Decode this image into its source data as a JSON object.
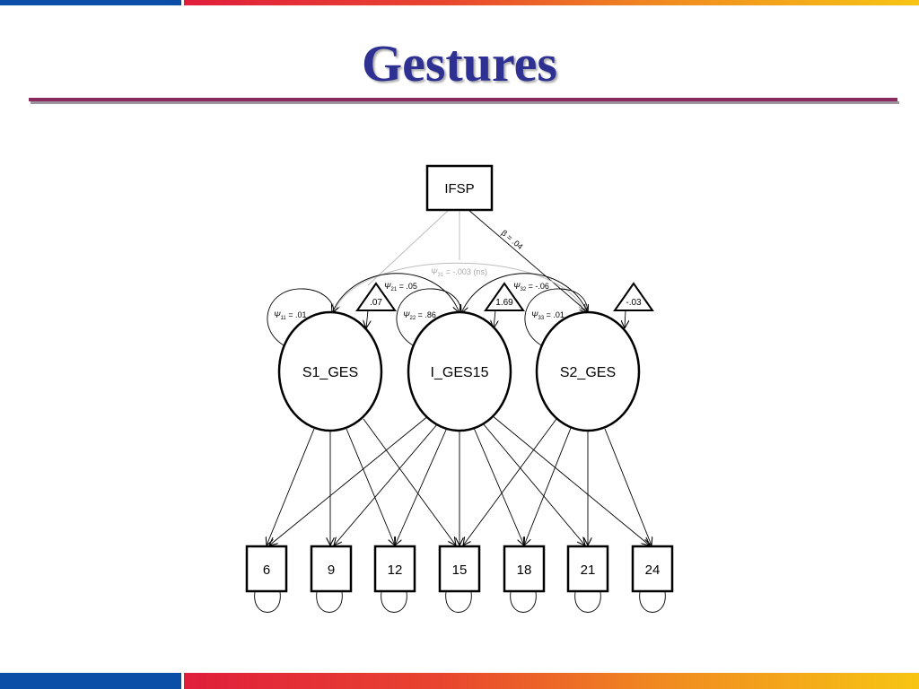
{
  "slide": {
    "title": "Gestures"
  },
  "diagram": {
    "predictor": "IFSP",
    "factors": [
      "S1_GES",
      "I_GES15",
      "S2_GES"
    ],
    "indicators": [
      "6",
      "9",
      "12",
      "15",
      "18",
      "21",
      "24"
    ],
    "means": [
      ".07",
      "1.69",
      "-.03"
    ],
    "beta_label": "β = .04",
    "psi_31": {
      "sym": "Ψ",
      "sub": "31",
      "rest": " = -.003 (ns)"
    },
    "psi_21": {
      "sym": "Ψ",
      "sub": "21",
      "rest": " = .05"
    },
    "psi_32": {
      "sym": "Ψ",
      "sub": "32",
      "rest": " = -.06"
    },
    "psi_11": {
      "sym": "Ψ",
      "sub": "11",
      "rest": " = .01"
    },
    "psi_22": {
      "sym": "Ψ",
      "sub": "22",
      "rest": " = .86"
    },
    "psi_33": {
      "sym": "Ψ",
      "sub": "33",
      "rest": " = .01"
    }
  }
}
